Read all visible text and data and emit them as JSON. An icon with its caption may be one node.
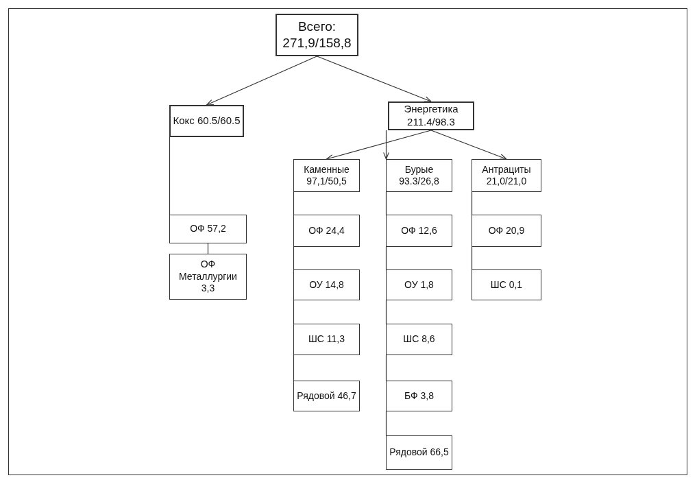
{
  "diagram": {
    "nodes": [
      {
        "text": [
          "Всего: 271,9/158,8"
        ]
      },
      {
        "text": [
          "Кокс 60.5/60.5"
        ]
      },
      {
        "text": [
          "Энергетика 211.4/98.3"
        ]
      },
      {
        "text": [
          "Каменные 97,1/50,5"
        ]
      },
      {
        "text": [
          "Бурые 93.3/26,8"
        ]
      },
      {
        "text": [
          "Антрациты 21,0/21,0"
        ]
      },
      {
        "text": [
          "ОФ 57,2"
        ]
      },
      {
        "text": [
          "ОФ Металлургии 3,3"
        ]
      },
      {
        "text": [
          "ОФ 24,4"
        ]
      },
      {
        "text": [
          "ОУ 14,8"
        ]
      },
      {
        "text": [
          "ШС 11,3"
        ]
      },
      {
        "text": [
          "Рядовой 46,7"
        ]
      },
      {
        "text": [
          "ОФ 12,6"
        ]
      },
      {
        "text": [
          "ОУ 1,8"
        ]
      },
      {
        "text": [
          "ШС 8,6"
        ]
      },
      {
        "text": [
          "БФ 3,8"
        ]
      },
      {
        "text": [
          "Рядовой 66,5"
        ]
      },
      {
        "text": [
          "ОФ 20,9"
        ]
      },
      {
        "text": [
          "ШС 0,1"
        ]
      }
    ],
    "edges": [
      {
        "from": 0,
        "to": 1,
        "arrow": "to"
      },
      {
        "from": 0,
        "to": 2,
        "arrow": "to"
      },
      {
        "from": 2,
        "to": 3,
        "arrow": "to"
      },
      {
        "from": 2,
        "to": 4,
        "arrow": "to"
      },
      {
        "from": 2,
        "to": 5,
        "arrow": "to"
      },
      {
        "from": 1,
        "to": 6,
        "arrow": "none"
      },
      {
        "from": 6,
        "to": 7,
        "arrow": "none"
      },
      {
        "from": 3,
        "to": 8,
        "arrow": "none"
      },
      {
        "from": 8,
        "to": 9,
        "arrow": "none"
      },
      {
        "from": 9,
        "to": 10,
        "arrow": "none"
      },
      {
        "from": 10,
        "to": 11,
        "arrow": "none"
      },
      {
        "from": 4,
        "to": 12,
        "arrow": "none"
      },
      {
        "from": 12,
        "to": 13,
        "arrow": "none"
      },
      {
        "from": 13,
        "to": 14,
        "arrow": "none"
      },
      {
        "from": 14,
        "to": 15,
        "arrow": "none"
      },
      {
        "from": 15,
        "to": 16,
        "arrow": "none"
      },
      {
        "from": 5,
        "to": 17,
        "arrow": "none"
      },
      {
        "from": 17,
        "to": 18,
        "arrow": "none"
      }
    ]
  }
}
